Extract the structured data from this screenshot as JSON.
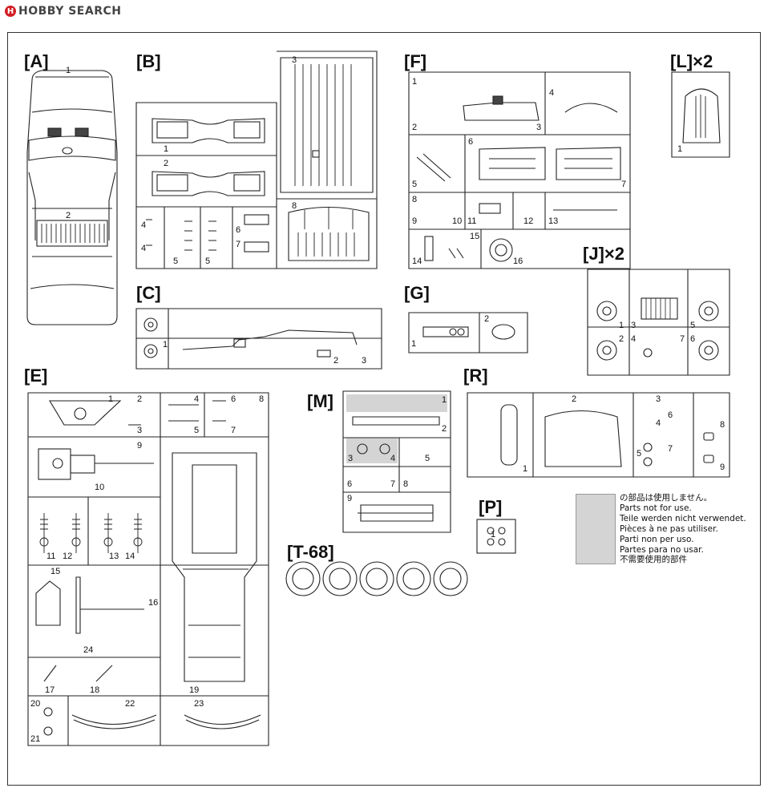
{
  "header": {
    "logo_text": "HOBBY SEARCH"
  },
  "runners": {
    "A": "[A]",
    "B": "[B]",
    "C": "[C]",
    "E": "[E]",
    "F": "[F]",
    "G": "[G]",
    "J": "[J]×2",
    "L": "[L]×2",
    "M": "[M]",
    "P": "[P]",
    "R": "[R]",
    "T": "[T-68]"
  },
  "part_numbers": {
    "A": [
      "1",
      "2"
    ],
    "B": [
      "1",
      "2",
      "3",
      "4",
      "4",
      "5",
      "5",
      "6",
      "7",
      "8"
    ],
    "C": [
      "1",
      "2",
      "3"
    ],
    "E": [
      "1",
      "2",
      "3",
      "4",
      "5",
      "6",
      "7",
      "8",
      "9",
      "10",
      "11",
      "12",
      "13",
      "14",
      "15",
      "16",
      "17",
      "18",
      "19",
      "20",
      "21",
      "22",
      "23",
      "24"
    ],
    "F": [
      "1",
      "2",
      "3",
      "4",
      "5",
      "6",
      "7",
      "8",
      "9",
      "10",
      "11",
      "12",
      "13",
      "14",
      "15",
      "16"
    ],
    "G": [
      "1",
      "2"
    ],
    "J": [
      "1",
      "2",
      "3",
      "4",
      "5",
      "6",
      "7"
    ],
    "L": [
      "1"
    ],
    "M": [
      "1",
      "2",
      "3",
      "4",
      "5",
      "6",
      "7",
      "8",
      "9"
    ],
    "P": [
      "1"
    ],
    "R": [
      "1",
      "2",
      "3",
      "4",
      "5",
      "6",
      "7",
      "8",
      "9"
    ]
  },
  "legend": {
    "swatch_color": "#d4d4d4",
    "lines": [
      "の部品は使用しません。",
      "Parts not for use.",
      "Teile werden nicht verwendet.",
      "Pièces à ne pas utiliser.",
      "Parti non per uso.",
      "Partes para no usar.",
      "不需要使用的部件"
    ]
  }
}
